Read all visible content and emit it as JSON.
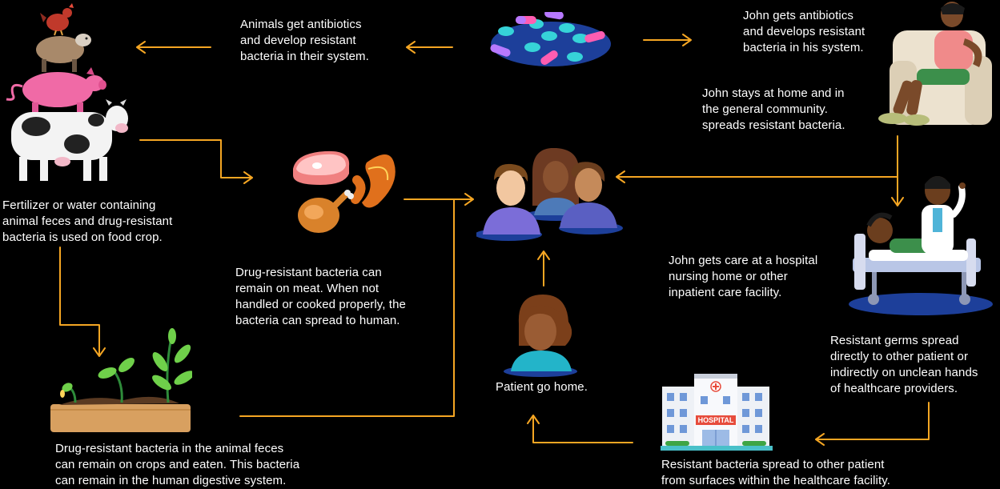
{
  "colors": {
    "background": "#000000",
    "arrow": "#f5a623",
    "text": "#ffffff",
    "platform_blue": "#1d3f9a"
  },
  "captions": {
    "animals_antibiotics": [
      "Animals get antibiotics",
      "and develop resistant",
      "bacteria in their system."
    ],
    "john_antibiotics": [
      "John gets antibiotics",
      "and develops resistant",
      "bacteria in his system."
    ],
    "john_home": [
      "John stays at home and in",
      "the general community.",
      "spreads resistant bacteria."
    ],
    "fertilizer": [
      "Fertilizer or water containing",
      "animal feces and drug-resistant",
      "bacteria is used on food crop."
    ],
    "meat": [
      "Drug-resistant bacteria can",
      "remain on meat. When not",
      "handled or cooked properly, the",
      "bacteria can spread to human."
    ],
    "john_hospital": [
      "John gets care at a hospital",
      "nursing home or other",
      "inpatient care facility."
    ],
    "germs_spread": [
      "Resistant germs spread",
      "directly to other patient or",
      "indirectly on unclean hands",
      "of healthcare providers."
    ],
    "patient_home": [
      "Patient go home."
    ],
    "crops": [
      "Drug-resistant bacteria in the animal feces",
      "can remain on crops and eaten. This bacteria",
      "can remain in the human digestive system."
    ],
    "surfaces": [
      "Resistant bacteria spread to other patient",
      "from surfaces within the healthcare facility."
    ]
  },
  "hospital_sign": "HOSPITAL",
  "icons": [
    "farm-animals-icon",
    "antibiotic-pills-icon",
    "john-armchair-icon",
    "meat-products-icon",
    "community-people-icon",
    "hospital-bed-icon",
    "patient-woman-icon",
    "crop-sprouts-icon",
    "hospital-building-icon"
  ]
}
